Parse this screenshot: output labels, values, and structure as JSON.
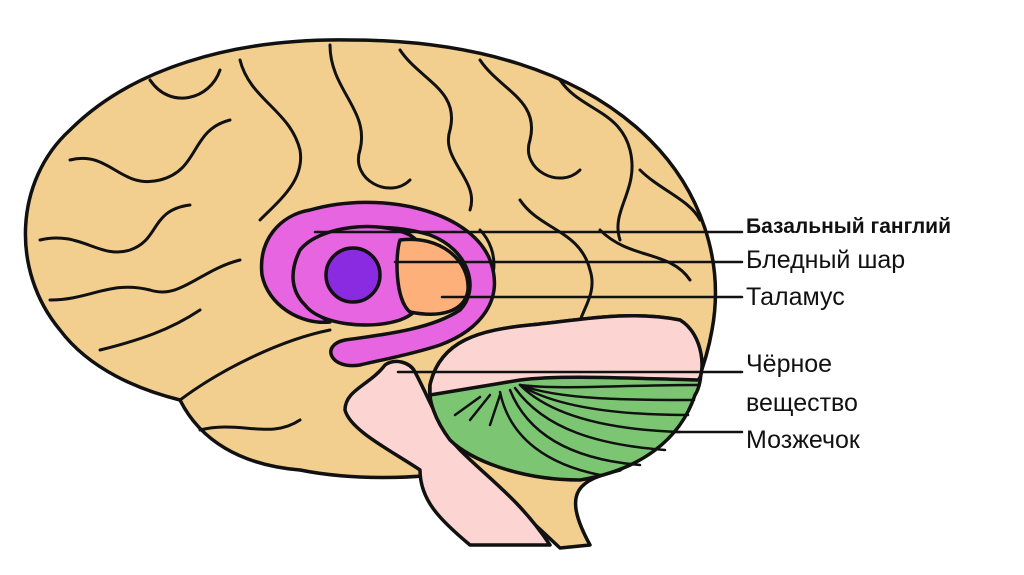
{
  "labels": {
    "basal_ganglia": "Базальный ганглий",
    "globus_pallidus": "Бледный шар",
    "thalamus": "Таламус",
    "substantia_nigra_line1": "Чёрное",
    "substantia_nigra_line2": "вещество",
    "cerebellum": "Мозжечок"
  },
  "colors": {
    "cortex": "#F2CF8E",
    "basal_ganglia": "#E765E0",
    "globus_pallidus": "#8A2BE2",
    "thalamus": "#FDB07A",
    "brainstem": "#FCD5D2",
    "cerebellum": "#7CC673"
  }
}
